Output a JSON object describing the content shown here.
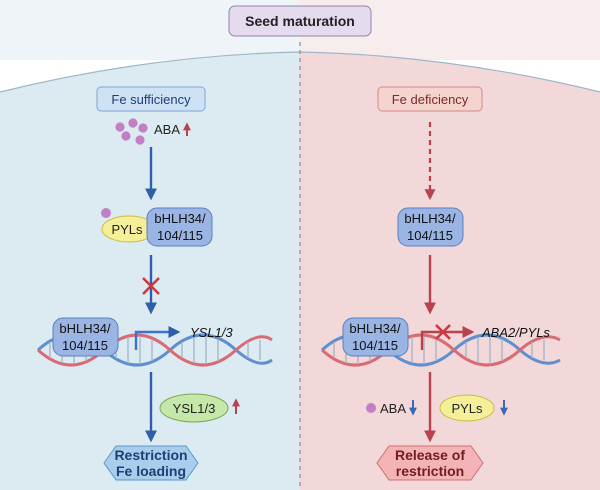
{
  "title": "Seed maturation",
  "left": {
    "condition": "Fe sufficiency",
    "aba_label": "ABA",
    "complex_pyls": "PYLs",
    "complex_line1": "bHLH34/",
    "complex_line2": "104/115",
    "bound_line1": "bHLH34/",
    "bound_line2": "104/115",
    "target_gene": "YSL1/3",
    "protein": "YSL1/3",
    "outcome_line1": "Restriction",
    "outcome_line2": "Fe loading"
  },
  "right": {
    "condition": "Fe deficiency",
    "free_line1": "bHLH34/",
    "free_line2": "104/115",
    "bound_line1": "bHLH34/",
    "bound_line2": "104/115",
    "target_gene": "ABA2/PYLs",
    "aba_label": "ABA",
    "pyls_label": "PYLs",
    "outcome_line1": "Release of",
    "outcome_line2": "restriction"
  },
  "colors": {
    "left_bg": "#dcecf1",
    "right_bg": "#f3d7d8",
    "blue_arrow": "#2f5fa8",
    "red_arrow": "#b8434d",
    "purple": "#c37fc4"
  }
}
